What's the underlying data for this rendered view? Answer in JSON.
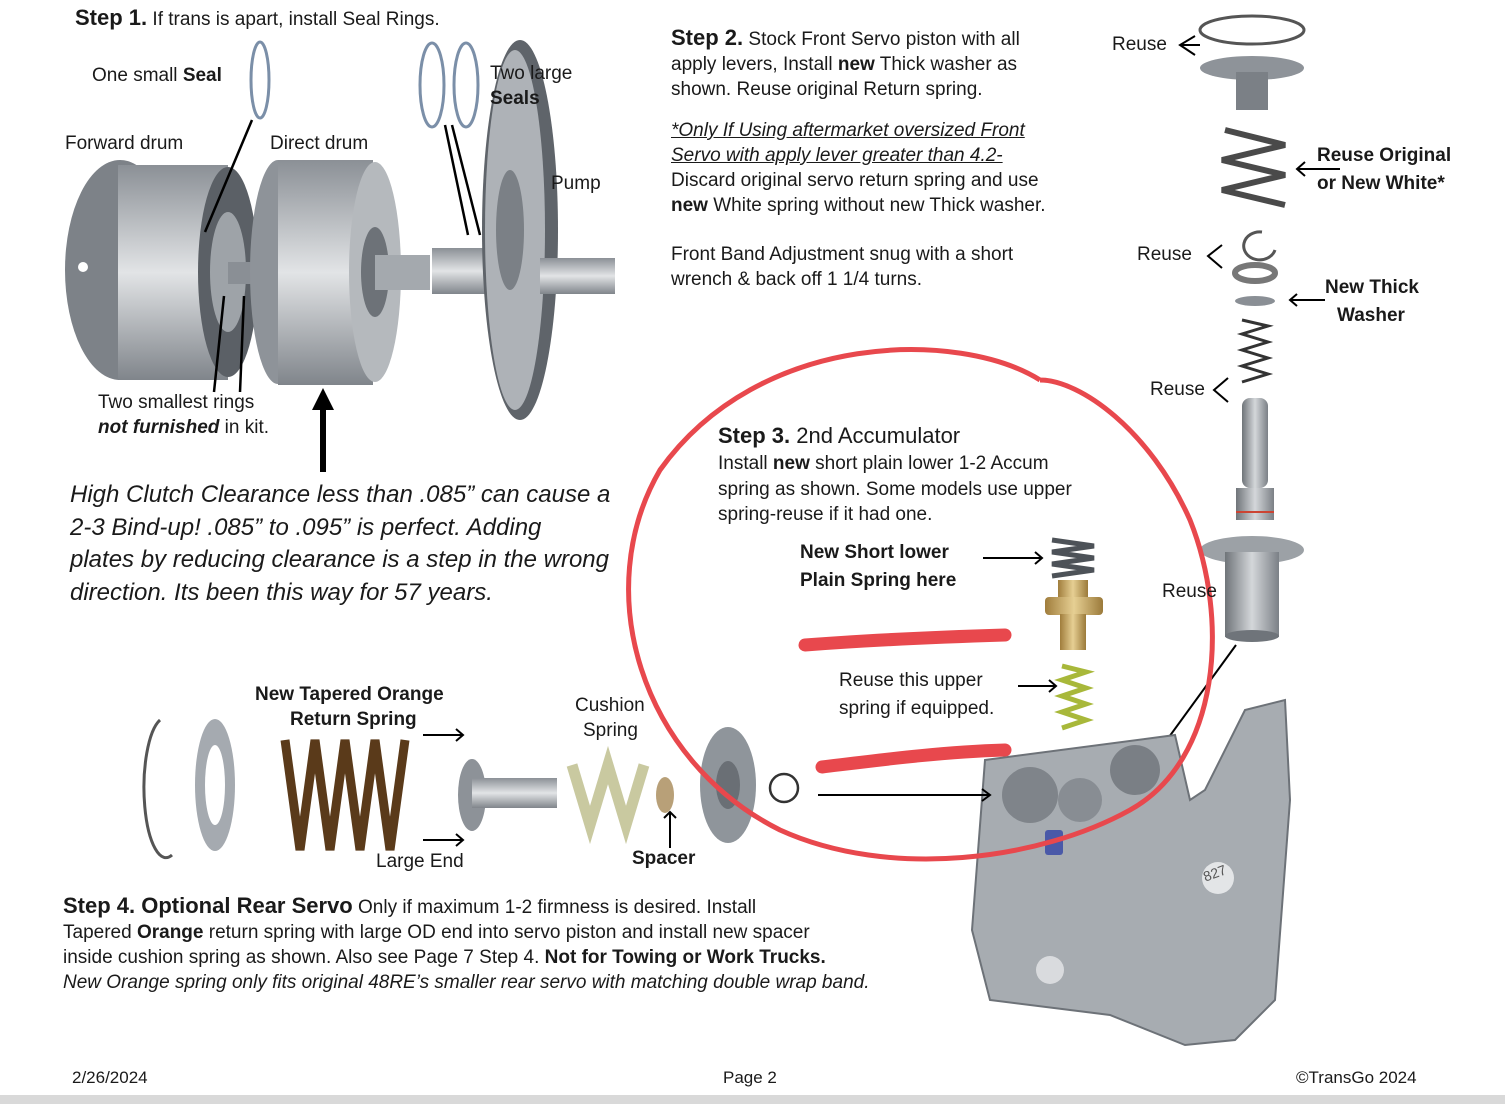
{
  "step1": {
    "title": "Step 1.",
    "text": "If trans is apart, install Seal Rings.",
    "small_seal_pre": "One small ",
    "small_seal_bold": "Seal",
    "forward_drum": "Forward drum",
    "direct_drum": "Direct drum",
    "two_large": "Two large",
    "seals": "Seals",
    "pump": "Pump",
    "two_smallest": "Two smallest rings",
    "not_furnished": "not furnished",
    "in_kit": " in kit.",
    "clearance_note": [
      "High Clutch Clearance less than .085” can cause a",
      "2-3 Bind-up! .085” to .095” is perfect.  Adding",
      "plates by reducing clearance is a step in the wrong",
      "direction.  Its been this way for 57 years."
    ]
  },
  "step2": {
    "title": "Step 2.",
    "line1": "Stock Front Servo piston with all",
    "line2_pre": "apply levers, Install ",
    "line2_bold": "new",
    "line2_post": " Thick washer as",
    "line3": "shown. Reuse original Return spring.",
    "aftermarket1": "*Only If Using aftermarket oversized Front",
    "aftermarket2": "Servo with apply lever greater than 4.2-",
    "discard": "Discard original servo return spring and use",
    "new_white_bold": "new",
    "new_white_post": " White spring without new Thick washer.",
    "band1": "Front Band Adjustment snug with a short",
    "band2": "wrench & back off 1 1/4 turns."
  },
  "right_labels": {
    "reuse_top": "Reuse",
    "reuse_orig1": "Reuse Original",
    "reuse_orig2": "or New White*",
    "reuse_mid": "Reuse",
    "new_thick1": "New Thick",
    "new_thick2": "Washer",
    "reuse_low": "Reuse",
    "reuse_piston": "Reuse"
  },
  "step3": {
    "title": "Step 3.",
    "subtitle": "2nd Accumulator",
    "line1_pre": "Install ",
    "line1_bold": "new",
    "line1_post": " short plain lower 1-2 Accum",
    "line2": "spring as shown.  Some models use upper",
    "line3": "spring-reuse if it had one.",
    "new_short1": "New Short lower",
    "new_short2": "Plain Spring here",
    "reuse_upper1": "Reuse this upper",
    "reuse_upper2": "spring if equipped."
  },
  "step4": {
    "tapered1": "New Tapered Orange",
    "tapered2": "Return Spring",
    "cushion1": "Cushion",
    "cushion2": "Spring",
    "large_end": "Large End",
    "spacer": "Spacer",
    "title": "Step 4. Optional Rear Servo",
    "line1": " Only if maximum 1-2 firmness is desired. Install",
    "line2_pre": "Tapered ",
    "line2_bold": "Orange",
    "line2_post": " return spring with large OD end into servo piston and install new spacer",
    "line3_pre": "inside cushion spring as shown. Also see Page 7 Step 4. ",
    "line3_bold": "Not for Towing or Work Trucks.",
    "line4": "New Orange spring only fits original 48RE’s smaller rear servo with matching double wrap band.",
    "valve_number": "827"
  },
  "footer": {
    "date": "2/26/2024",
    "page": "Page 2",
    "copyright": "©TransGo 2024"
  },
  "colors": {
    "annotation_red": "#e8484d",
    "orange_spring": "#5a3a1a",
    "green_spring": "#a8b83a",
    "metal": "#9aa0a6"
  }
}
